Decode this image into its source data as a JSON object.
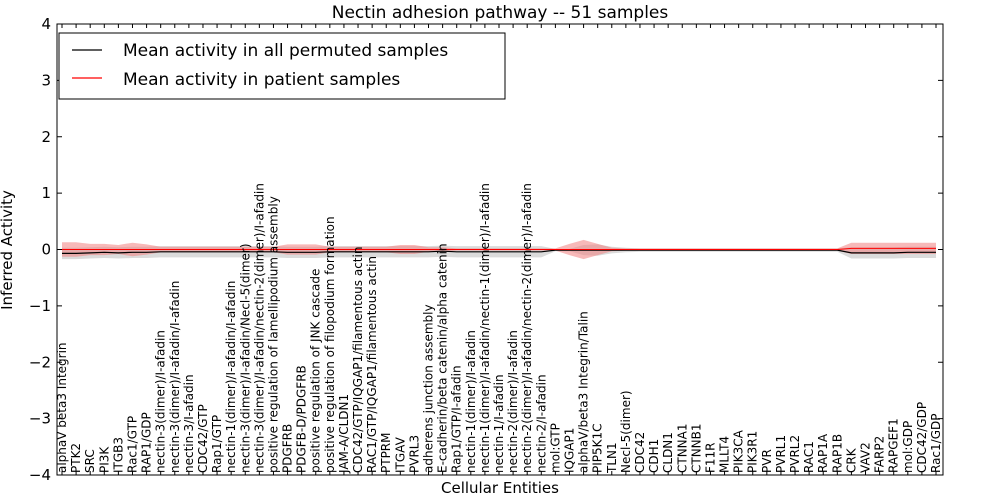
{
  "chart_data": {
    "type": "line",
    "title": "Nectin adhesion pathway -- 51 samples",
    "xlabel": "Cellular Entities",
    "ylabel": "Inferred Activity",
    "ylim": [
      -4,
      4
    ],
    "yticks": [
      -4,
      -3,
      -2,
      -1,
      0,
      1,
      2,
      3,
      4
    ],
    "ytick_labels": [
      "−4",
      "−3",
      "−2",
      "−1",
      "0",
      "1",
      "2",
      "3",
      "4"
    ],
    "legend_position": "top-left",
    "grid": false,
    "categories": [
      "alphaV beta3 Integrin",
      "PTK2",
      "SRC",
      "PI3K",
      "ITGB3",
      "Rac1/GTP",
      "RAP1/GDP",
      "nectin-3(dimer)/I-afadin",
      "nectin-3(dimer)/I-afadin/I-afadin",
      "nectin-3/I-afadin",
      "CDC42/GTP",
      "Rap1/GTP",
      "nectin-1(dimer)/I-afadin/I-afadin",
      "nectin-3(dimer)/I-afadin/Necl-5(dimer)",
      "nectin-3(dimer)/I-afadin/nectin-2(dimer)/I-afadin",
      "positive regulation of lamellipodium assembly",
      "PDGFRB",
      "PDGFB-D/PDGFRB",
      "positive regulation of JNK cascade",
      "positive regulation of filopodium formation",
      "JAM-A/CLDN1",
      "CDC42/GTP/IQGAP1/filamentous actin",
      "RAC1/GTP/IQGAP1/filamentous actin",
      "PTPRM",
      "ITGAV",
      "PVRL3",
      "adherens junction assembly",
      "E-cadherin/beta catenin/alpha catenin",
      "Rap1/GTP/I-afadin",
      "nectin-1(dimer)/I-afadin",
      "nectin-1(dimer)/I-afadin/nectin-1(dimer)/I-afadin",
      "nectin-1/I-afadin",
      "nectin-2(dimer)/I-afadin",
      "nectin-2(dimer)/I-afadin/nectin-2(dimer)/I-afadin",
      "nectin-2/I-afadin",
      "mol:GTP",
      "IQGAP1",
      "alphaV/beta3 Integrin/Talin",
      "PIP5K1C",
      "TLN1",
      "Necl-5(dimer)",
      "CDC42",
      "CDH1",
      "CLDN1",
      "CTNNA1",
      "CTNNB1",
      "F11R",
      "MLLT4",
      "PIK3CA",
      "PIK3R1",
      "PVR",
      "PVRL1",
      "PVRL2",
      "RAC1",
      "RAP1A",
      "RAP1B",
      "CRK",
      "VAV2",
      "FARP2",
      "RAPGEF1",
      "mol:GDP",
      "CDC42/GDP",
      "Rac1/GDP"
    ],
    "series": [
      {
        "name": "Mean activity in all permuted samples",
        "color": "#000000",
        "band_color": "#999999",
        "values": [
          -0.07,
          -0.07,
          -0.06,
          -0.05,
          -0.06,
          -0.05,
          -0.05,
          -0.04,
          -0.04,
          -0.04,
          -0.04,
          -0.04,
          -0.04,
          -0.04,
          -0.04,
          -0.04,
          -0.05,
          -0.05,
          -0.05,
          -0.04,
          -0.04,
          -0.04,
          -0.04,
          -0.04,
          -0.04,
          -0.04,
          -0.04,
          -0.03,
          -0.04,
          -0.04,
          -0.04,
          -0.04,
          -0.04,
          -0.04,
          -0.04,
          -0.01,
          -0.01,
          -0.01,
          -0.01,
          -0.01,
          -0.01,
          -0.01,
          -0.01,
          -0.01,
          -0.01,
          -0.01,
          -0.01,
          -0.01,
          -0.01,
          -0.01,
          -0.01,
          -0.01,
          -0.01,
          -0.01,
          -0.01,
          -0.01,
          -0.06,
          -0.06,
          -0.06,
          -0.06,
          -0.05,
          -0.05,
          -0.05
        ],
        "band": [
          0.1,
          0.1,
          0.1,
          0.1,
          0.1,
          0.1,
          0.1,
          0.1,
          0.1,
          0.1,
          0.1,
          0.1,
          0.1,
          0.1,
          0.1,
          0.1,
          0.1,
          0.1,
          0.1,
          0.1,
          0.1,
          0.1,
          0.1,
          0.1,
          0.1,
          0.1,
          0.1,
          0.1,
          0.1,
          0.1,
          0.1,
          0.1,
          0.1,
          0.1,
          0.1,
          0.02,
          0.02,
          0.09,
          0.1,
          0.06,
          0.04,
          0.03,
          0.03,
          0.03,
          0.03,
          0.03,
          0.03,
          0.03,
          0.03,
          0.03,
          0.03,
          0.03,
          0.03,
          0.03,
          0.03,
          0.03,
          0.1,
          0.1,
          0.1,
          0.1,
          0.1,
          0.1,
          0.1
        ]
      },
      {
        "name": "Mean activity in patient samples",
        "color": "#ff0000",
        "band_color": "#f08080",
        "values": [
          0,
          0,
          0,
          0,
          0,
          0,
          0,
          0,
          0,
          0,
          0,
          0,
          0,
          0,
          0,
          0,
          0,
          0,
          0,
          0,
          0,
          0,
          0,
          0,
          0,
          0,
          0,
          0,
          0,
          0,
          0,
          0,
          0,
          0,
          0,
          0,
          0,
          0,
          0,
          0,
          0,
          0,
          0,
          0,
          0,
          0,
          0,
          0,
          0,
          0,
          0,
          0,
          0,
          0,
          0,
          0,
          0.02,
          0.02,
          0.02,
          0.02,
          0.02,
          0.02,
          0.02
        ],
        "band": [
          0.13,
          0.13,
          0.1,
          0.1,
          0.08,
          0.12,
          0.09,
          0.05,
          0.05,
          0.05,
          0.05,
          0.05,
          0.05,
          0.05,
          0.05,
          0.05,
          0.09,
          0.09,
          0.09,
          0.05,
          0.05,
          0.05,
          0.05,
          0.05,
          0.08,
          0.08,
          0.04,
          0.04,
          0.02,
          0.02,
          0.02,
          0.02,
          0.02,
          0.02,
          0.02,
          0.02,
          0.1,
          0.17,
          0.1,
          0.03,
          0.02,
          0.02,
          0.02,
          0.02,
          0.02,
          0.02,
          0.02,
          0.02,
          0.02,
          0.02,
          0.02,
          0.02,
          0.02,
          0.02,
          0.02,
          0.02,
          0.1,
          0.1,
          0.1,
          0.1,
          0.1,
          0.1,
          0.1
        ]
      }
    ]
  }
}
